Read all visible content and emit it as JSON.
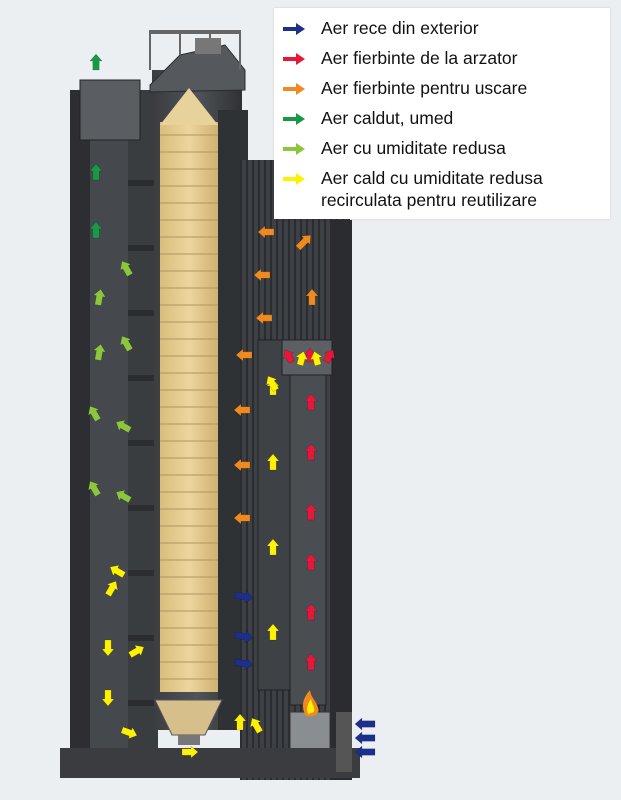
{
  "legend": {
    "items": [
      {
        "label": "Aer rece din exterior",
        "color": "#1d2f8c"
      },
      {
        "label": "Aer fierbinte de la arzator",
        "color": "#e8173a"
      },
      {
        "label": "Aer fierbinte pentru uscare",
        "color": "#f08a1e"
      },
      {
        "label": "Aer caldut, umed",
        "color": "#179a45"
      },
      {
        "label": "Aer cu umiditate redusa",
        "color": "#8cc63f"
      },
      {
        "label": "Aer cald cu umiditate redusa recirculata pentru reutilizare",
        "line1": "Aer cald cu umiditate redusa",
        "line2": "recirculata pentru reutilizare",
        "color": "#fff200"
      }
    ]
  },
  "colors": {
    "structure_dark": "#2e3033",
    "structure_mid": "#4a4d51",
    "grain": "#e3c98c",
    "background": "#eceff2"
  },
  "flame_icon": "flame-icon"
}
